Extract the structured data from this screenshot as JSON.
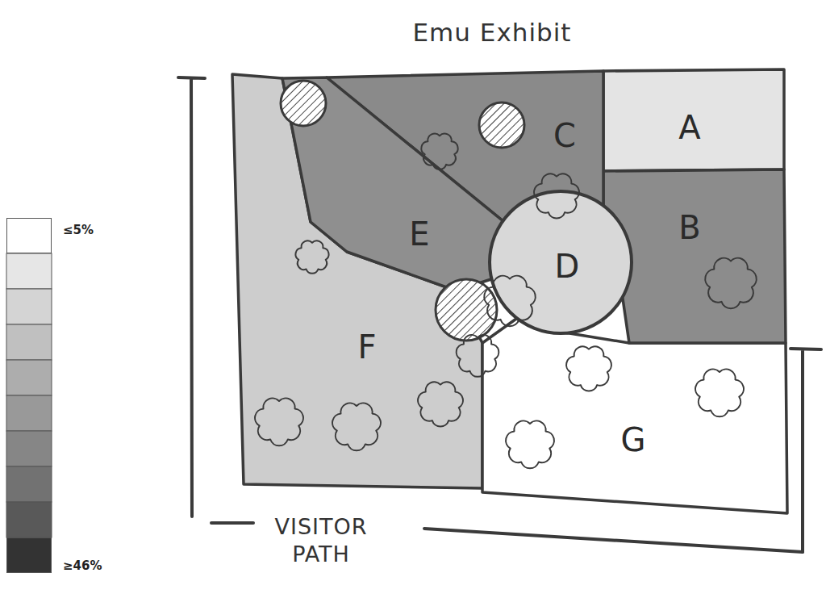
{
  "diagram": {
    "title": "Emu Exhibit",
    "nodes": [
      {
        "text": [
          "A"
        ]
      },
      {
        "text": [
          "B"
        ]
      },
      {
        "text": [
          "C"
        ]
      },
      {
        "text": [
          "D"
        ]
      },
      {
        "text": [
          "E"
        ]
      },
      {
        "text": [
          "F"
        ]
      },
      {
        "text": [
          "G"
        ]
      }
    ],
    "labels": [
      "VISITOR PATH"
    ],
    "legend": [
      {
        "text": "≤5%",
        "color": "#ffffff"
      },
      {
        "text": "≥46%",
        "color": "#333333"
      }
    ]
  }
}
